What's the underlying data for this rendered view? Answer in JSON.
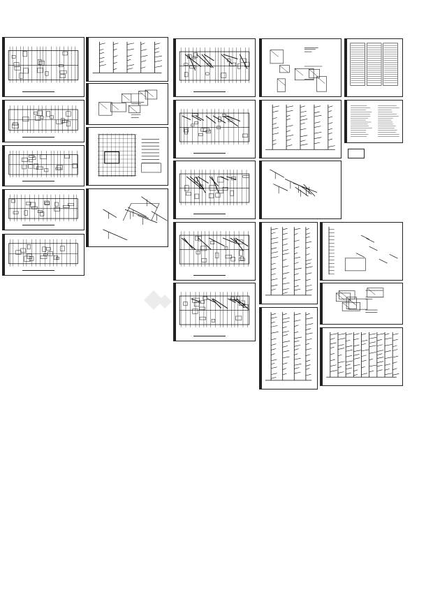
{
  "sheets": [
    {
      "id": "floor-plan-1",
      "kind": "plan"
    },
    {
      "id": "floor-plan-2",
      "kind": "plan"
    },
    {
      "id": "floor-plan-3",
      "kind": "plan"
    },
    {
      "id": "floor-plan-4",
      "kind": "plan"
    },
    {
      "id": "floor-plan-5",
      "kind": "plan"
    },
    {
      "id": "riser-lines",
      "kind": "riser"
    },
    {
      "id": "detail-small",
      "kind": "detail"
    },
    {
      "id": "room-plan",
      "kind": "detail"
    },
    {
      "id": "axonometric",
      "kind": "iso"
    },
    {
      "id": "piping-plan-1",
      "kind": "plan"
    },
    {
      "id": "piping-plan-2",
      "kind": "plan"
    },
    {
      "id": "piping-plan-3",
      "kind": "plan"
    },
    {
      "id": "piping-plan-4",
      "kind": "plan"
    },
    {
      "id": "piping-plan-5",
      "kind": "plan"
    },
    {
      "id": "section-details",
      "kind": "detail"
    },
    {
      "id": "riser-diagram-1",
      "kind": "riser"
    },
    {
      "id": "system-diagram",
      "kind": "iso"
    },
    {
      "id": "riser-diagram-2",
      "kind": "riser"
    },
    {
      "id": "riser-diagram-3",
      "kind": "riser"
    },
    {
      "id": "material-table",
      "kind": "table"
    },
    {
      "id": "design-notes",
      "kind": "notes"
    },
    {
      "id": "riser-diagram-4",
      "kind": "riser"
    },
    {
      "id": "fixture-details",
      "kind": "detail"
    },
    {
      "id": "riser-diagram-5",
      "kind": "riser"
    }
  ]
}
